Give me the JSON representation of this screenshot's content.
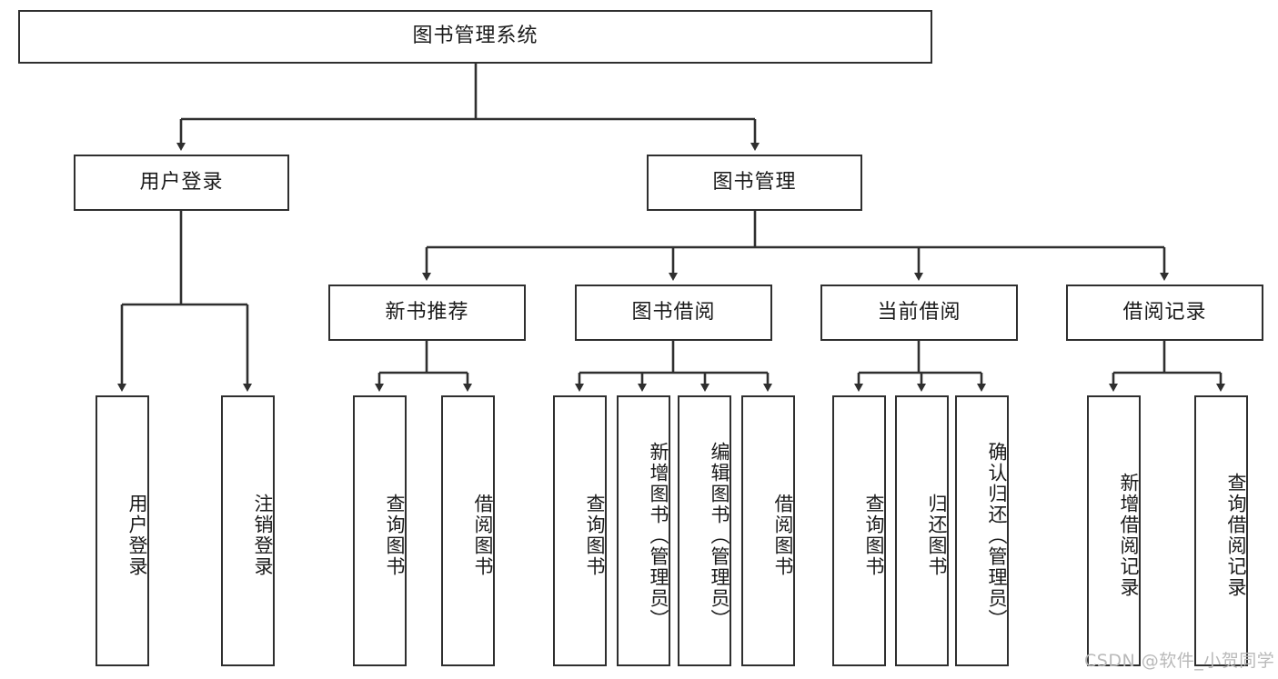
{
  "diagram": {
    "title": "图书管理系统",
    "type": "hierarchy-tree",
    "orientation": "top-down",
    "colors": {
      "stroke": "#2f2f2f",
      "fill": "#ffffff",
      "text": "#1a1a1a",
      "watermark": "#b9b9b9"
    },
    "root": {
      "label": "图书管理系统"
    },
    "level2": [
      {
        "label": "用户登录"
      },
      {
        "label": "图书管理"
      }
    ],
    "level3": [
      {
        "label": "新书推荐"
      },
      {
        "label": "图书借阅"
      },
      {
        "label": "当前借阅"
      },
      {
        "label": "借阅记录"
      }
    ],
    "leaves": {
      "user_login": [
        {
          "label": "用户登录"
        },
        {
          "label": "注销登录"
        }
      ],
      "new_book_recommend": [
        {
          "label": "查询图书"
        },
        {
          "label": "借阅图书"
        }
      ],
      "book_borrow": [
        {
          "label": "查询图书"
        },
        {
          "label": "新增图书（管理员）"
        },
        {
          "label": "编辑图书（管理员）"
        },
        {
          "label": "借阅图书"
        }
      ],
      "current_borrow": [
        {
          "label": "查询图书"
        },
        {
          "label": "归还图书"
        },
        {
          "label": "确认归还（管理员）"
        }
      ],
      "borrow_record": [
        {
          "label": "新增借阅记录"
        },
        {
          "label": "查询借阅记录"
        }
      ]
    }
  },
  "watermark": {
    "text": "CSDN @软件_小贺同学"
  }
}
